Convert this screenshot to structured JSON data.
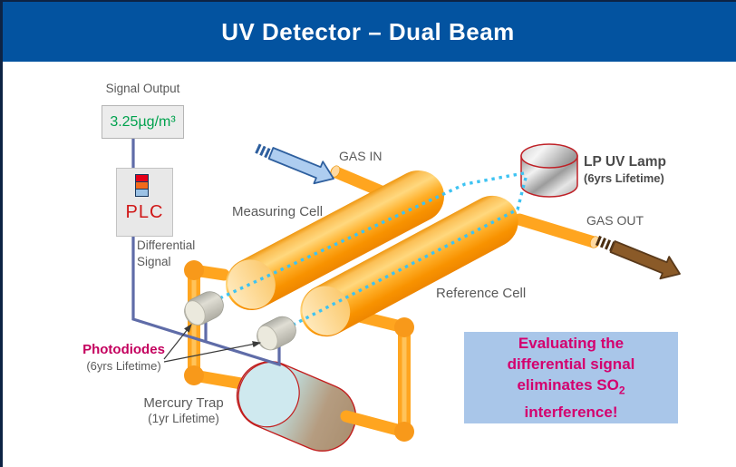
{
  "header": {
    "title": "UV Detector – Dual Beam"
  },
  "left_panel": {
    "signal_output_label": "Signal Output",
    "signal_value": "3.25µg/m³",
    "plc_label": "PLC",
    "differential_line1": "Differential",
    "differential_line2": "Signal"
  },
  "diagram": {
    "measuring_cell_label": "Measuring Cell",
    "reference_cell_label": "Reference Cell",
    "gas_in_label": "GAS IN",
    "gas_out_label": "GAS OUT",
    "lamp_label": "LP UV Lamp",
    "lamp_lifetime": "(6yrs Lifetime)",
    "photodiodes_label": "Photodiodes",
    "photodiodes_lifetime": "(6yrs Lifetime)",
    "mercury_trap_label": "Mercury Trap",
    "mercury_trap_lifetime": "(1yr Lifetime)"
  },
  "message": {
    "line1": "Evaluating the",
    "line2": "differential signal",
    "line3": "eliminates SO",
    "line3_sub": "2",
    "line4": "interference!"
  },
  "colors": {
    "header_bg": "#0353a0",
    "signal_value_green": "#00a24e",
    "plc_red": "#d01818",
    "highlight_magenta": "#d4006e",
    "beam_cyan": "#3ec3f2",
    "cell_orange": "#ffa51f",
    "message_bg": "#a9c6e9",
    "wire_slate": "#5f6ca8"
  }
}
